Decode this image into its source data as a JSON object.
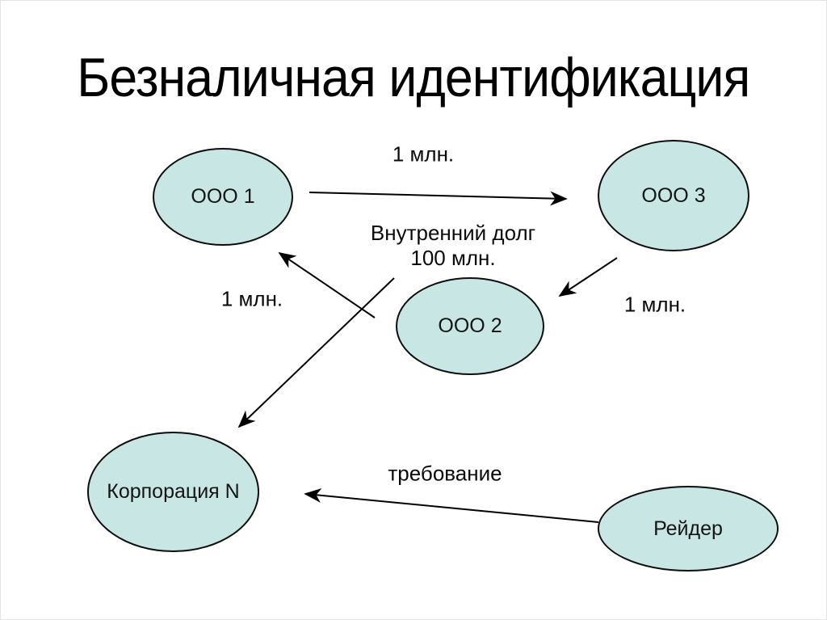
{
  "slide": {
    "title": "Безналичная идентификация",
    "background": "#ffffff",
    "node_fill": "#c8e6e4",
    "node_stroke": "#0d0d0d",
    "arrow_color": "#000000"
  },
  "nodes": [
    {
      "id": "ooo1",
      "label": "ООО 1"
    },
    {
      "id": "ooo3",
      "label": "ООО 3"
    },
    {
      "id": "ooo2",
      "label": "ООО 2"
    },
    {
      "id": "korp",
      "label": "Корпорация N"
    },
    {
      "id": "raider",
      "label": "Рейдер"
    }
  ],
  "edges": [
    {
      "from": "ooo1",
      "to": "ooo3",
      "label": "1 млн."
    },
    {
      "from": "ooo3",
      "to": "ooo2",
      "label": "1 млн."
    },
    {
      "from": "ooo2",
      "to": "ooo1",
      "label": "1 млн."
    },
    {
      "from": "ooo2",
      "to": "korp",
      "label": ""
    },
    {
      "from": "raider",
      "to": "korp",
      "label": "требование"
    }
  ],
  "annotations": [
    {
      "text": "Внутренний долг"
    },
    {
      "text": "100 млн."
    }
  ]
}
